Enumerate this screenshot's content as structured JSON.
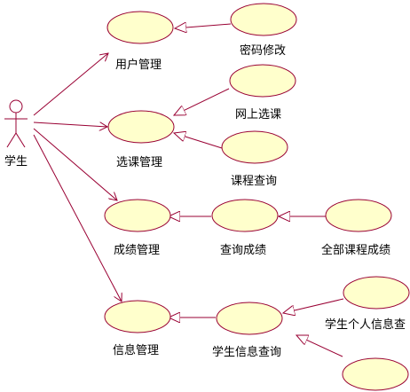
{
  "actor": {
    "label": "学生"
  },
  "usecases": {
    "user_mgmt": "用户管理",
    "password_change": "密码修改",
    "course_select_mgmt": "选课管理",
    "online_select": "网上选课",
    "course_query": "课程查询",
    "grade_mgmt": "成绩管理",
    "grade_query": "查询成绩",
    "all_course_grades": "全部课程成绩",
    "info_mgmt": "信息管理",
    "student_info_query": "学生信息查询",
    "student_personal_info": "学生个人信息查"
  },
  "colors": {
    "line": "#990033",
    "ellipse_fill": "#ffffcc"
  }
}
